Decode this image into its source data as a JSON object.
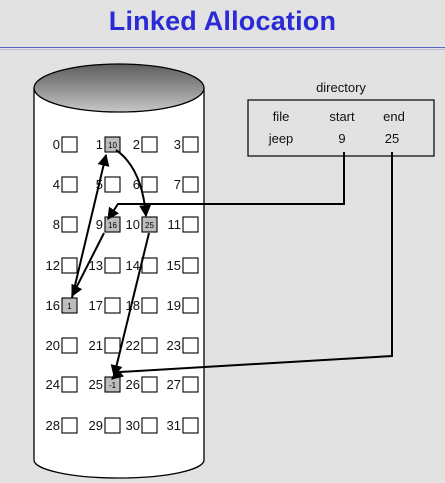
{
  "title": "Linked Allocation",
  "directory": {
    "caption": "directory",
    "headers": [
      "file",
      "start",
      "end"
    ],
    "row": [
      "jeep",
      "9",
      "25"
    ]
  },
  "blocks": [
    {
      "n": "0"
    },
    {
      "n": "1",
      "ptr": "10"
    },
    {
      "n": "2"
    },
    {
      "n": "3"
    },
    {
      "n": "4"
    },
    {
      "n": "5"
    },
    {
      "n": "6"
    },
    {
      "n": "7"
    },
    {
      "n": "8"
    },
    {
      "n": "9",
      "ptr": "16"
    },
    {
      "n": "10",
      "ptr": "25"
    },
    {
      "n": "11"
    },
    {
      "n": "12"
    },
    {
      "n": "13"
    },
    {
      "n": "14"
    },
    {
      "n": "15"
    },
    {
      "n": "16",
      "ptr": "1"
    },
    {
      "n": "17"
    },
    {
      "n": "18"
    },
    {
      "n": "19"
    },
    {
      "n": "20"
    },
    {
      "n": "21"
    },
    {
      "n": "22"
    },
    {
      "n": "23"
    },
    {
      "n": "24"
    },
    {
      "n": "25",
      "ptr": "-1"
    },
    {
      "n": "26"
    },
    {
      "n": "27"
    },
    {
      "n": "28"
    },
    {
      "n": "29"
    },
    {
      "n": "30"
    },
    {
      "n": "31"
    }
  ],
  "colors": {
    "title": "#2a2ad6",
    "used_block": "#bdbdbd",
    "free_block": "#ffffff",
    "disk_top": "#7f7f7f"
  }
}
